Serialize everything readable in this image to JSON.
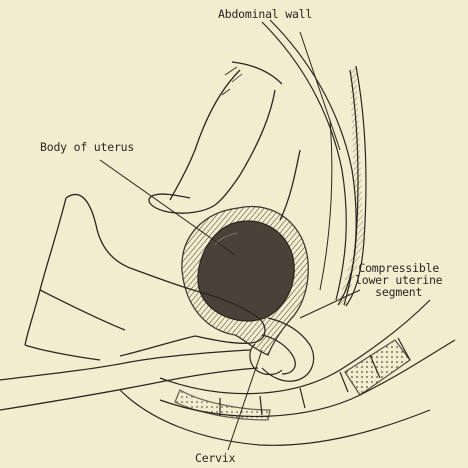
{
  "figure": {
    "labels": {
      "abdominal_wall": "Abdominal wall",
      "body_of_uterus": "Body of uterus",
      "lower_segment": [
        "Compressible",
        "lower uterine",
        "segment"
      ],
      "cervix": "Cervix"
    },
    "palette": {
      "paper": "#f3edcf",
      "ink": "#2a2620",
      "uterus_fill": "#4a4238"
    }
  }
}
